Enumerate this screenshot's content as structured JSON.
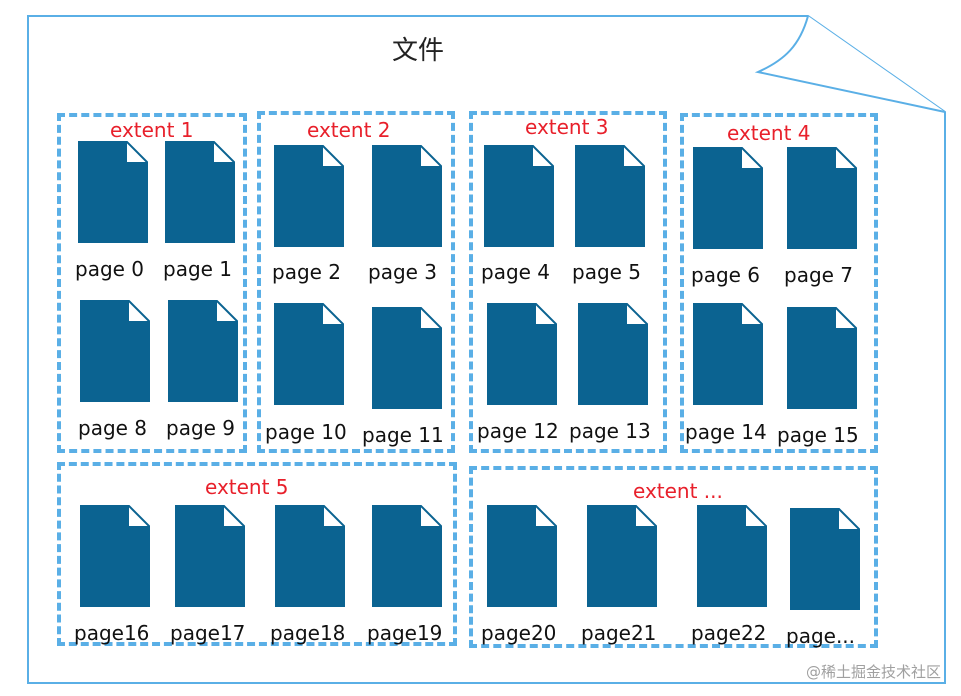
{
  "file_label": "文件",
  "watermark": "@稀土掘金技术社区",
  "colors": {
    "outline": "#5aafe6",
    "page_fill": "#0b6391",
    "page_fold": "#ffffff",
    "extent_label": "#e8202b"
  },
  "extents": [
    {
      "label": "extent 1",
      "pages": [
        "page 0",
        "page 1",
        "page 8",
        "page 9"
      ]
    },
    {
      "label": "extent 2",
      "pages": [
        "page 2",
        "page 3",
        "page 10",
        "page 11"
      ]
    },
    {
      "label": "extent 3",
      "pages": [
        "page 4",
        "page 5",
        "page 12",
        "page 13"
      ]
    },
    {
      "label": "extent 4",
      "pages": [
        "page 6",
        "page 7",
        "page 14",
        "page 15"
      ]
    },
    {
      "label": "extent 5",
      "pages": [
        "page16",
        "page17",
        "page18",
        "page19"
      ]
    },
    {
      "label": "extent ...",
      "pages": [
        "page20",
        "page21",
        "page22",
        "page..."
      ]
    }
  ]
}
